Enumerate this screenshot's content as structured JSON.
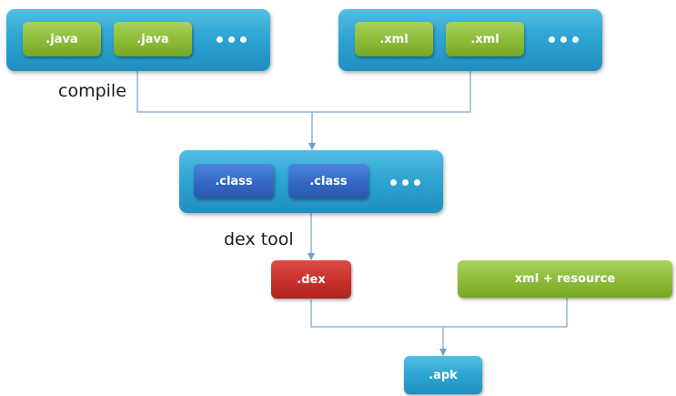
{
  "source_group": {
    "java_files": [
      ".java",
      ".java"
    ],
    "xml_files": [
      ".xml",
      ".xml"
    ],
    "more_indicator": "..."
  },
  "steps": {
    "compile_label": "compile",
    "dex_tool_label": "dex tool"
  },
  "class_group": {
    "class_files": [
      ".class",
      ".class"
    ],
    "more_indicator": "..."
  },
  "outputs": {
    "dex": ".dex",
    "resources": "xml + resource",
    "apk": ".apk"
  },
  "colors": {
    "container_blue": "#2fa5d2",
    "source_green": "#8cbb37",
    "class_blue": "#3468c4",
    "dex_red": "#c7312c",
    "connector": "#8fb6d8"
  }
}
